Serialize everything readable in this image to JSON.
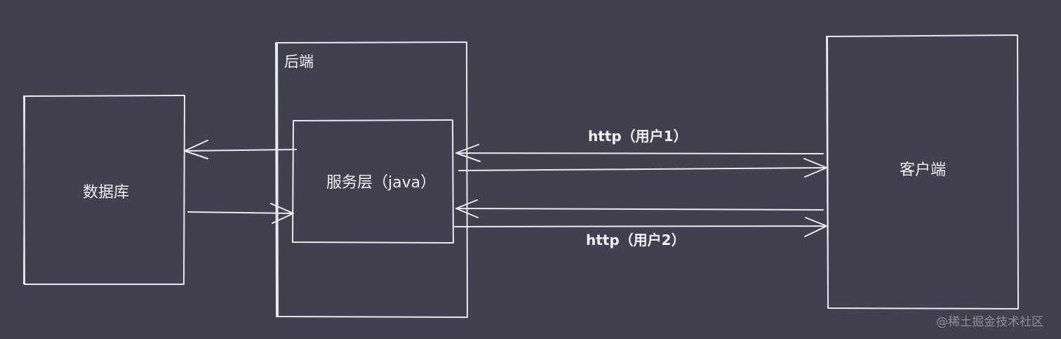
{
  "diagram": {
    "database_label": "数据库",
    "backend_label": "后端",
    "service_label": "服务层（java）",
    "client_label": "客户端",
    "http_user1_label": "http（用户1）",
    "http_user2_label": "http（用户2）"
  },
  "watermark": "@稀土掘金技术社区",
  "colors": {
    "background": "#3f4150",
    "stroke": "#e9e9ec",
    "text": "#f2f2f4",
    "watermark": "#8c8e99"
  }
}
